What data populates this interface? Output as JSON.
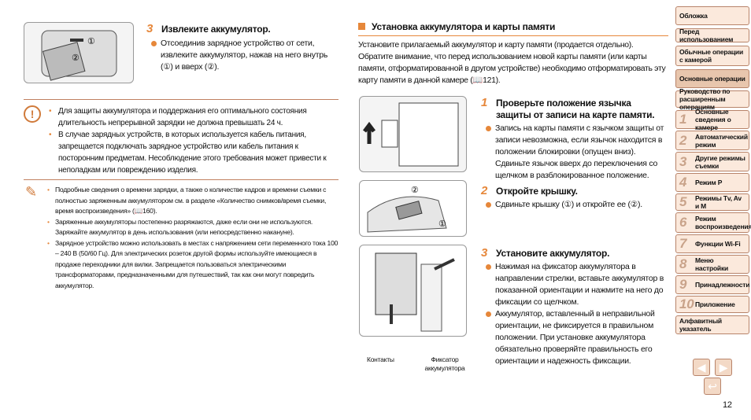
{
  "left": {
    "step3": {
      "num": "3",
      "title": "Извлеките аккумулятор.",
      "bullet": "Отсоединив зарядное устройство от сети, извлеките аккумулятор, нажав на него внутрь (①) и вверх (②)."
    },
    "warnings": [
      "Для защиты аккумулятора и поддержания его оптимального состояния длительность непрерывной зарядки не должна превышать 24 ч.",
      "В случае зарядных устройств, в которых используется кабель питания, запрещается подключать зарядное устройство или кабель питания к посторонним предметам. Несоблюдение этого требования может привести к неполадкам или повреждению изделия."
    ],
    "notes": [
      "Подробные сведения о времени зарядки, а также о количестве кадров и времени съемки с полностью заряженным аккумулятором см. в разделе «Количество снимков/время съемки, время воспроизведения» (📖160).",
      "Заряженные аккумуляторы постепенно разряжаются, даже если они не используются. Заряжайте аккумулятор в день использования (или непосредственно накануне).",
      "Зарядное устройство можно использовать в местах с напряжением сети переменного тока 100 – 240 В (50/60 Гц). Для электрических розеток другой формы используйте имеющиеся в продаже переходники для вилки. Запрещается пользоваться электрическими трансформаторами, предназначенными для путешествий, так как они могут повредить аккумулятор."
    ]
  },
  "right": {
    "section_title": "Установка аккумулятора и карты памяти",
    "intro": "Установите прилагаемый аккумулятор и карту памяти (продается отдельно). Обратите внимание, что перед использованием новой карты памяти (или карты памяти, отформатированной в другом устройстве) необходимо отформатировать эту карту памяти в данной камере (📖121).",
    "steps": [
      {
        "num": "1",
        "title": "Проверьте положение язычка защиты от записи на карте памяти.",
        "bullets": [
          "Запись на карты памяти с язычком защиты от записи невозможна, если язычок находится в положении блокировки (опущен вниз). Сдвиньте язычок вверх до переключения со щелчком в разблокированное положение."
        ]
      },
      {
        "num": "2",
        "title": "Откройте крышку.",
        "bullets": [
          "Сдвиньте крышку (①) и откройте ее (②)."
        ]
      },
      {
        "num": "3",
        "title": "Установите аккумулятор.",
        "bullets": [
          "Нажимая на фиксатор аккумулятора в направлении стрелки, вставьте аккумулятор в показанной ориентации и нажмите на него до фиксации со щелчком.",
          "Аккумулятор, вставленный в неправильной ориентации, не фиксируется в правильном положении. При установке аккумулятора обязательно проверяйте правильность его ориентации и надежность фиксации."
        ]
      }
    ],
    "labels": {
      "contacts": "Контакты",
      "latch": "Фиксатор аккумулятора"
    }
  },
  "sidebar": [
    {
      "num": "",
      "label": "Обложка"
    },
    {
      "num": "",
      "label": "Перед использованием"
    },
    {
      "num": "",
      "label": "Обычные операции с камерой"
    },
    {
      "num": "",
      "label": "Основные операции"
    },
    {
      "num": "",
      "label": "Руководство по расширенным операциям"
    },
    {
      "num": "1",
      "label": "Основные сведения о камере"
    },
    {
      "num": "2",
      "label": "Автоматический режим"
    },
    {
      "num": "3",
      "label": "Другие режимы съемки"
    },
    {
      "num": "4",
      "label": "Режим P"
    },
    {
      "num": "5",
      "label": "Режимы Tv, Av и M"
    },
    {
      "num": "6",
      "label": "Режим воспроизведения"
    },
    {
      "num": "7",
      "label": "Функции Wi-Fi"
    },
    {
      "num": "8",
      "label": "Меню настройки"
    },
    {
      "num": "9",
      "label": "Принадлежности"
    },
    {
      "num": "10",
      "label": "Приложение"
    },
    {
      "num": "",
      "label": "Алфавитный указатель"
    }
  ],
  "page_number": "12",
  "colors": {
    "accent": "#e6873a",
    "tab_bg": "#fbe9dc",
    "tab_active": "#e8c6ad"
  }
}
